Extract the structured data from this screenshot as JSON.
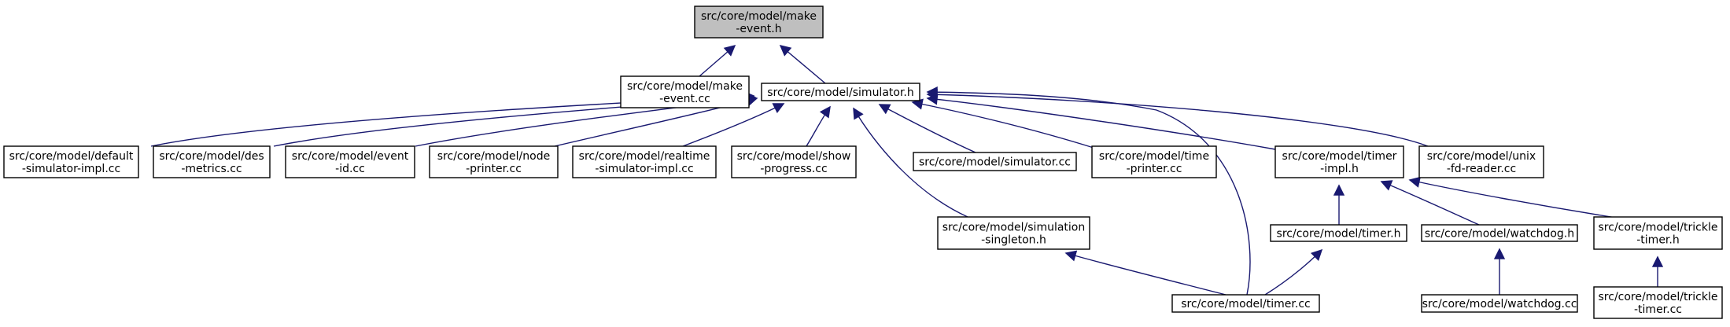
{
  "diagram": {
    "nodes": [
      {
        "id": "make-event-h",
        "lines": [
          "src/core/model/make",
          "-event.h"
        ],
        "focus": true
      },
      {
        "id": "make-event-cc",
        "lines": [
          "src/core/model/make",
          "-event.cc"
        ]
      },
      {
        "id": "simulator-h",
        "lines": [
          "src/core/model/simulator.h"
        ]
      },
      {
        "id": "default-simulator-impl-cc",
        "lines": [
          "src/core/model/default",
          "-simulator-impl.cc"
        ]
      },
      {
        "id": "des-metrics-cc",
        "lines": [
          "src/core/model/des",
          "-metrics.cc"
        ]
      },
      {
        "id": "event-id-cc",
        "lines": [
          "src/core/model/event",
          "-id.cc"
        ]
      },
      {
        "id": "node-printer-cc",
        "lines": [
          "src/core/model/node",
          "-printer.cc"
        ]
      },
      {
        "id": "realtime-simulator-impl-cc",
        "lines": [
          "src/core/model/realtime",
          "-simulator-impl.cc"
        ]
      },
      {
        "id": "show-progress-cc",
        "lines": [
          "src/core/model/show",
          "-progress.cc"
        ]
      },
      {
        "id": "simulator-cc",
        "lines": [
          "src/core/model/simulator.cc"
        ]
      },
      {
        "id": "time-printer-cc",
        "lines": [
          "src/core/model/time",
          "-printer.cc"
        ]
      },
      {
        "id": "timer-impl-h",
        "lines": [
          "src/core/model/timer",
          "-impl.h"
        ]
      },
      {
        "id": "unix-fd-reader-cc",
        "lines": [
          "src/core/model/unix",
          "-fd-reader.cc"
        ]
      },
      {
        "id": "simulation-singleton-h",
        "lines": [
          "src/core/model/simulation",
          "-singleton.h"
        ]
      },
      {
        "id": "timer-h",
        "lines": [
          "src/core/model/timer.h"
        ]
      },
      {
        "id": "watchdog-h",
        "lines": [
          "src/core/model/watchdog.h"
        ]
      },
      {
        "id": "trickle-timer-h",
        "lines": [
          "src/core/model/trickle",
          "-timer.h"
        ]
      },
      {
        "id": "timer-cc",
        "lines": [
          "src/core/model/timer.cc"
        ]
      },
      {
        "id": "watchdog-cc",
        "lines": [
          "src/core/model/watchdog.cc"
        ]
      },
      {
        "id": "trickle-timer-cc",
        "lines": [
          "src/core/model/trickle",
          "-timer.cc"
        ]
      }
    ],
    "edges": [
      {
        "from": "make-event-cc",
        "to": "make-event-h"
      },
      {
        "from": "simulator-h",
        "to": "make-event-h"
      },
      {
        "from": "default-simulator-impl-cc",
        "to": "simulator-h"
      },
      {
        "from": "des-metrics-cc",
        "to": "simulator-h"
      },
      {
        "from": "event-id-cc",
        "to": "simulator-h"
      },
      {
        "from": "node-printer-cc",
        "to": "simulator-h"
      },
      {
        "from": "realtime-simulator-impl-cc",
        "to": "simulator-h"
      },
      {
        "from": "show-progress-cc",
        "to": "simulator-h"
      },
      {
        "from": "simulation-singleton-h",
        "to": "simulator-h"
      },
      {
        "from": "simulator-cc",
        "to": "simulator-h"
      },
      {
        "from": "time-printer-cc",
        "to": "simulator-h"
      },
      {
        "from": "timer-impl-h",
        "to": "simulator-h"
      },
      {
        "from": "unix-fd-reader-cc",
        "to": "simulator-h"
      },
      {
        "from": "timer-cc",
        "to": "simulator-h"
      },
      {
        "from": "timer-h",
        "to": "timer-impl-h"
      },
      {
        "from": "watchdog-h",
        "to": "timer-impl-h"
      },
      {
        "from": "trickle-timer-h",
        "to": "timer-impl-h"
      },
      {
        "from": "timer-cc",
        "to": "simulation-singleton-h"
      },
      {
        "from": "timer-cc",
        "to": "timer-h"
      },
      {
        "from": "watchdog-cc",
        "to": "watchdog-h"
      },
      {
        "from": "trickle-timer-cc",
        "to": "trickle-timer-h"
      }
    ]
  }
}
